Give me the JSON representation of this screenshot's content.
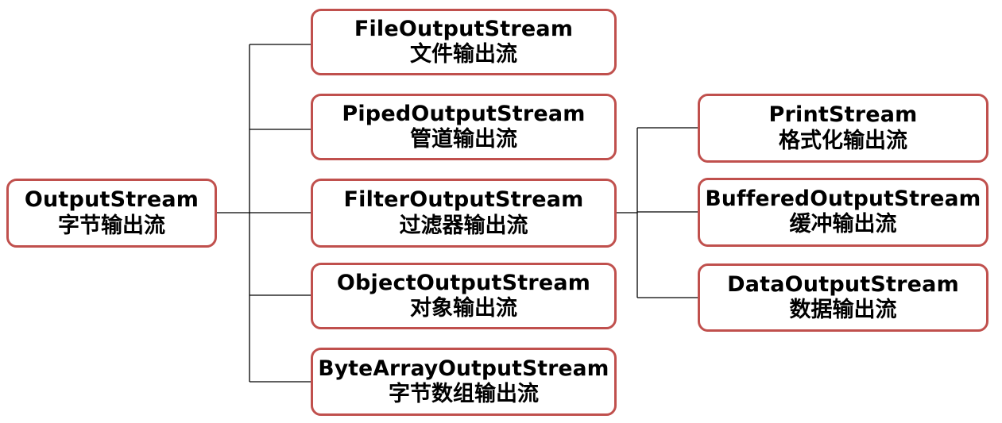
{
  "colors": {
    "node_border": "#c0504d",
    "connector": "#000000",
    "text": "#000000"
  },
  "nodes": {
    "root": {
      "name": "OutputStream",
      "desc": "字节输出流"
    },
    "file": {
      "name": "FileOutputStream",
      "desc": "文件输出流"
    },
    "piped": {
      "name": "PipedOutputStream",
      "desc": "管道输出流"
    },
    "filter": {
      "name": "FilterOutputStream",
      "desc": "过滤器输出流"
    },
    "object": {
      "name": "ObjectOutputStream",
      "desc": "对象输出流"
    },
    "bytes": {
      "name": "ByteArrayOutputStream",
      "desc": "字节数组输出流"
    },
    "print": {
      "name": "PrintStream",
      "desc": "格式化输出流"
    },
    "buff": {
      "name": "BufferedOutputStream",
      "desc": "缓冲输出流"
    },
    "data": {
      "name": "DataOutputStream",
      "desc": "数据输出流"
    }
  },
  "edges": [
    {
      "from": "root",
      "to": "file"
    },
    {
      "from": "root",
      "to": "piped"
    },
    {
      "from": "root",
      "to": "filter"
    },
    {
      "from": "root",
      "to": "object"
    },
    {
      "from": "root",
      "to": "bytes"
    },
    {
      "from": "filter",
      "to": "print"
    },
    {
      "from": "filter",
      "to": "buff"
    },
    {
      "from": "filter",
      "to": "data"
    }
  ]
}
